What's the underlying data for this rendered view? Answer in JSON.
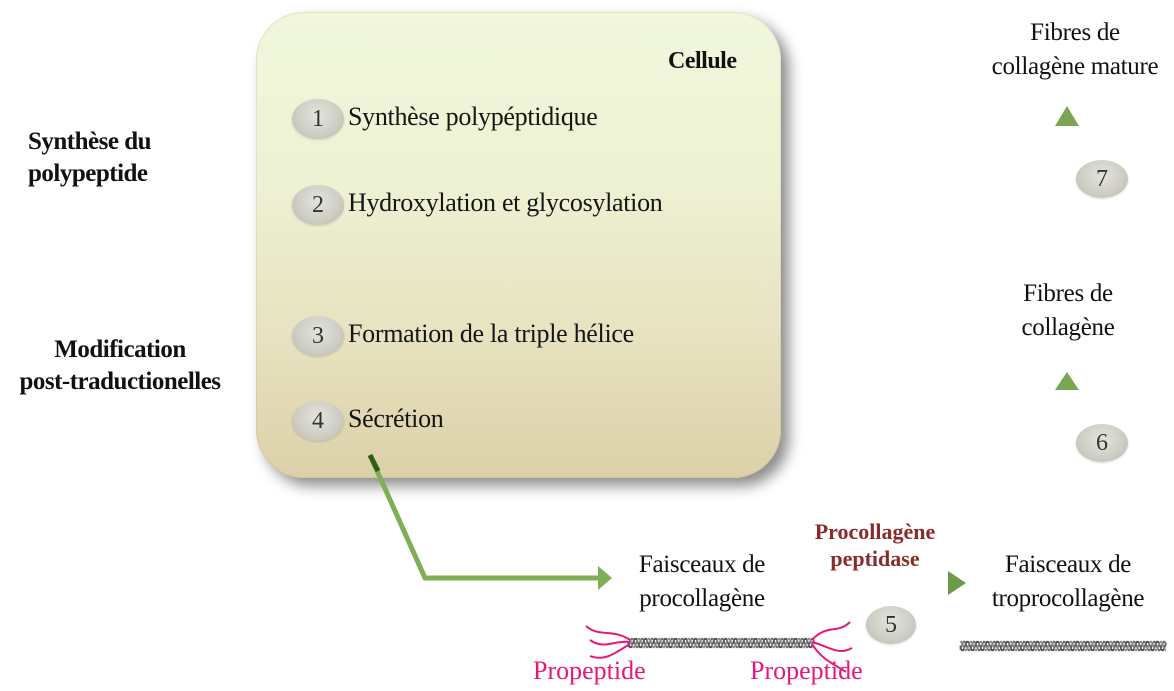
{
  "cell": {
    "label": "Cellule",
    "steps": [
      {
        "number": "1",
        "text": "Synthèse polypéptidique"
      },
      {
        "number": "2",
        "text": "Hydroxylation et glycosylation"
      },
      {
        "number": "3",
        "text": "Formation de la triple hélice"
      },
      {
        "number": "4",
        "text": "Sécrétion"
      }
    ]
  },
  "side_labels": {
    "synthesis": [
      "Synthèse du",
      "polypeptide"
    ],
    "modification": [
      "Modification",
      "post-traductionelles"
    ]
  },
  "nodes": {
    "procollagen": [
      "Faisceaux de",
      "procollagène"
    ],
    "tropocollagen": [
      "Faisceaux de",
      "troprocollagène"
    ],
    "fibers": [
      "Fibres de",
      "collagène"
    ],
    "mature_fibers": [
      "Fibres de",
      "collagène mature"
    ]
  },
  "enzyme": [
    "Procollagène",
    "peptidase"
  ],
  "outer_steps": {
    "step5": "5",
    "step6": "6",
    "step7": "7"
  },
  "propeptide_labels": [
    "Propeptide",
    "Propeptide"
  ],
  "colors": {
    "arrow_green": "#8fb46a",
    "propeptide_pink": "#e8177b",
    "enzyme_brown": "#8a2a2a"
  }
}
